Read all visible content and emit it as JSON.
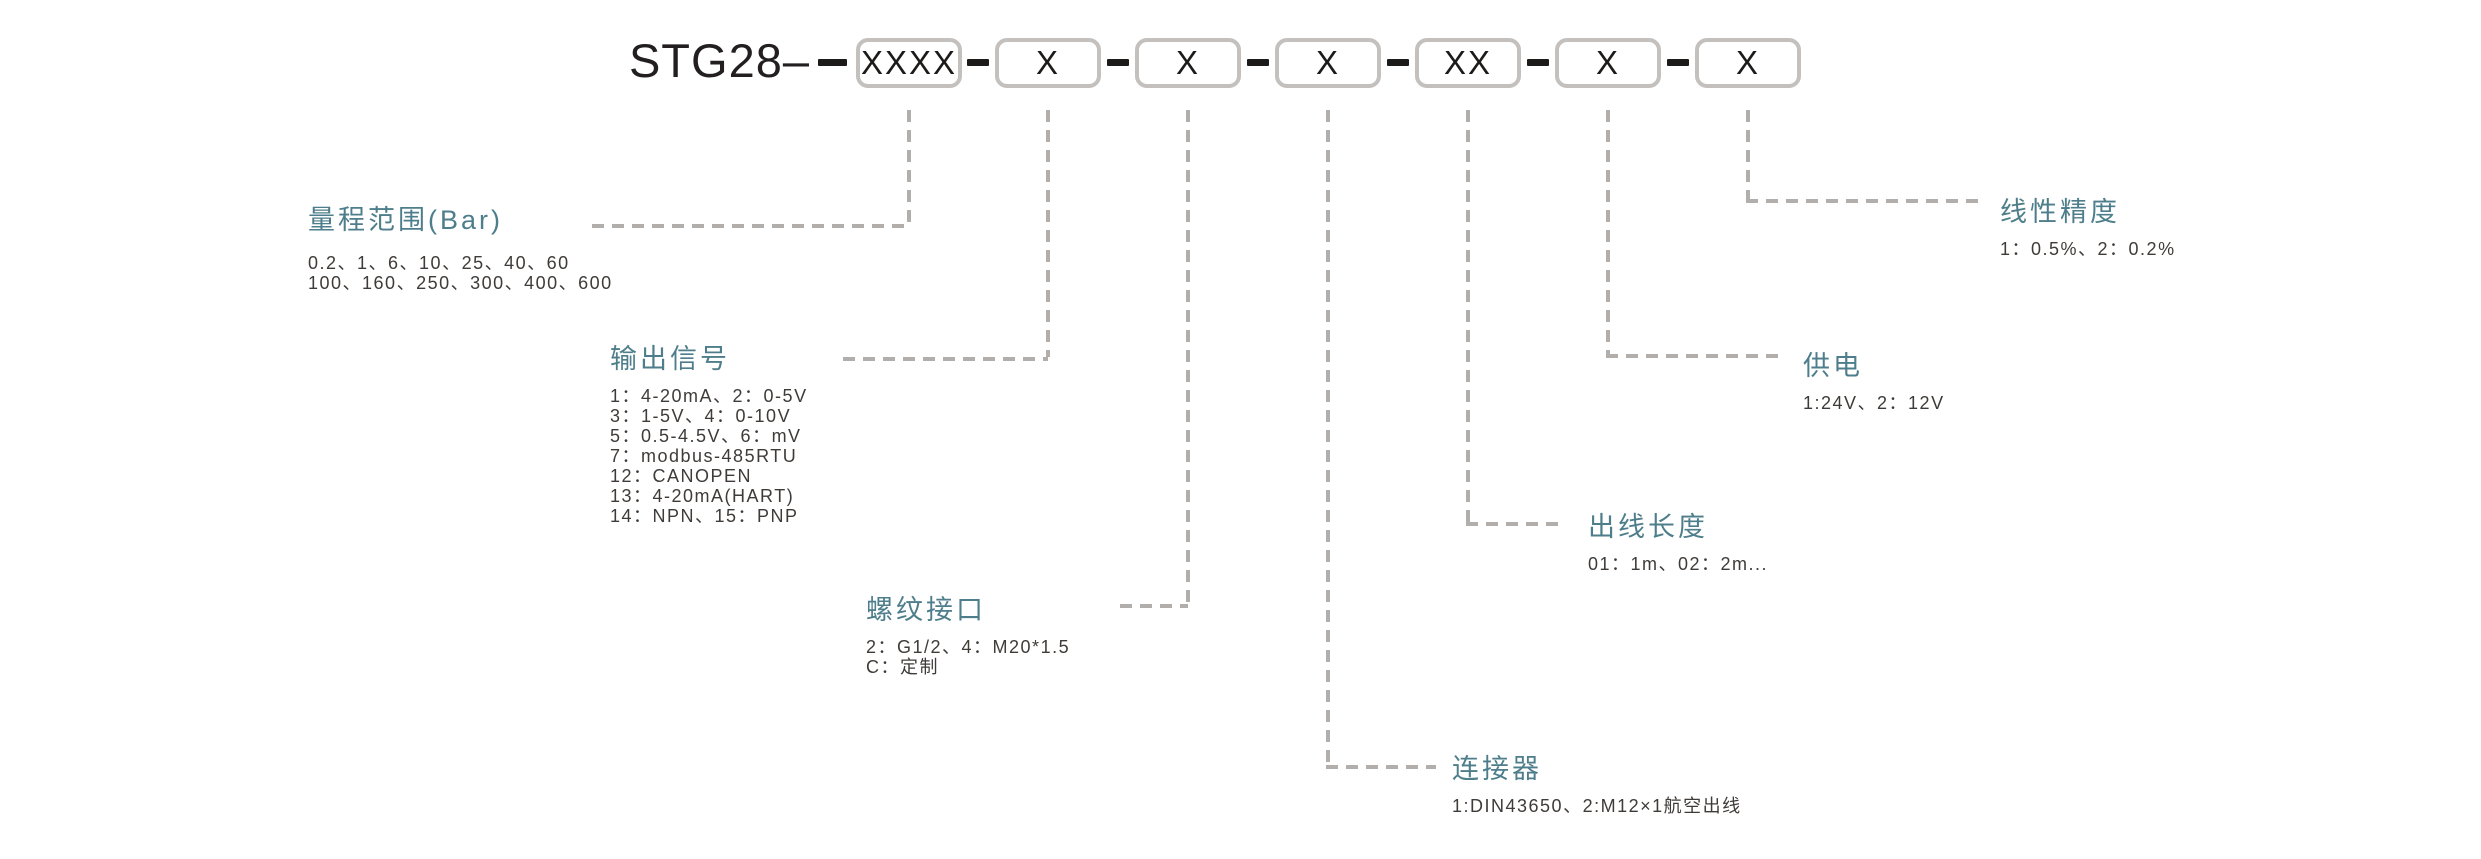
{
  "diagram": {
    "model_prefix": "STG28",
    "separator_glyph": "–",
    "code_boxes": [
      "XXXX",
      "X",
      "X",
      "X",
      "XX",
      "X",
      "X"
    ],
    "sections": [
      {
        "id": "range",
        "title": "量程范围(Bar)",
        "lines": [
          "0.2、1、6、10、25、40、60",
          "100、160、250、300、400、600"
        ]
      },
      {
        "id": "output-signal",
        "title": "输出信号",
        "lines": [
          "1：4-20mA、2：0-5V",
          "3：1-5V、4：0-10V",
          "5：0.5-4.5V、6：mV",
          "7：modbus-485RTU",
          "12：CANOPEN",
          "13：4-20mA(HART)",
          "14：NPN、15：PNP"
        ]
      },
      {
        "id": "thread-connection",
        "title": "螺纹接口",
        "lines": [
          "2：G1/2、4：M20*1.5",
          "C：定制"
        ]
      },
      {
        "id": "connector",
        "title": "连接器",
        "lines": [
          "1:DIN43650、2:M12×1航空出线"
        ]
      },
      {
        "id": "cable-length",
        "title": "出线长度",
        "lines": [
          "01：1m、02：2m..."
        ]
      },
      {
        "id": "power-supply",
        "title": "供电",
        "lines": [
          "1:24V、2：12V"
        ]
      },
      {
        "id": "linear-accuracy",
        "title": "线性精度",
        "lines": [
          "1：0.5%、2：0.2%"
        ]
      }
    ],
    "colors": {
      "accent_teal": "#4e7e8b",
      "body_text": "#3f3b38",
      "code_black": "#1d1b19",
      "leader_line_gray": "#b2aeab",
      "box_border_gray": "#c3c0bd",
      "background": "#ffffff"
    }
  }
}
